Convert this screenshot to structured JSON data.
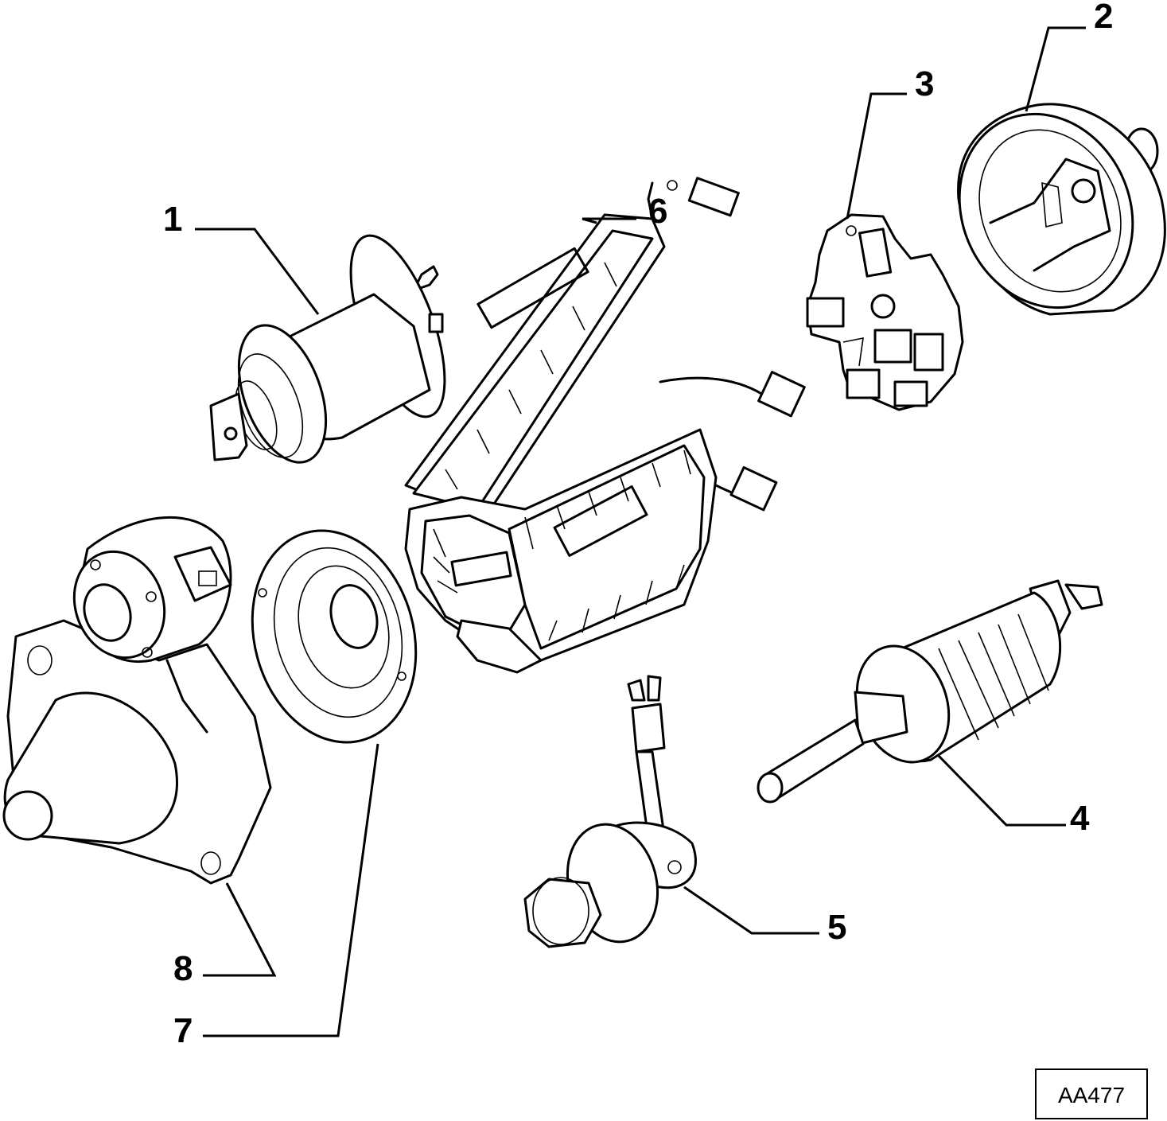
{
  "callouts": {
    "c1": "1",
    "c2": "2",
    "c3": "3",
    "c4": "4",
    "c5": "5",
    "c6": "6",
    "c7": "7",
    "c8": "8"
  },
  "diagram_code": "AA477",
  "colors": {
    "line": "#000000",
    "background": "#ffffff"
  }
}
